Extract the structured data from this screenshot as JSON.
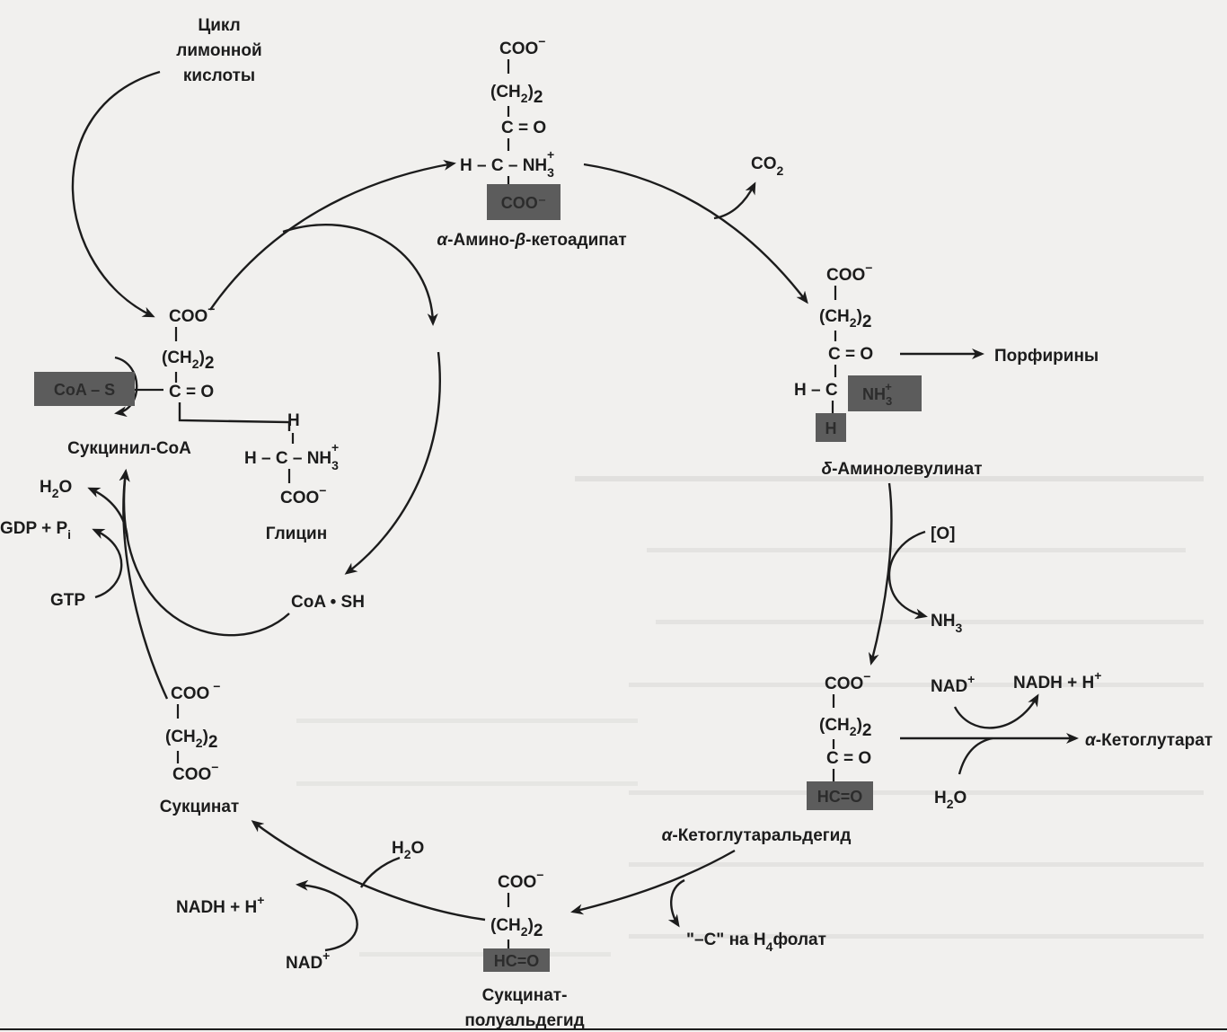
{
  "labels": {
    "citric_cycle": [
      "Цикл",
      "лимонной",
      "кислоты"
    ],
    "porphyrins": "Порфирины",
    "co2": "CO",
    "co2_sub": "2",
    "o": "[O]",
    "nh3": "NH",
    "nh3_sub": "3",
    "nad_plus": "NAD",
    "nadh_h": "NADH + H",
    "plus": "+",
    "alpha_ketoglutarate": "-Кетоглутарат",
    "alpha": "α",
    "h2o": "H",
    "h2o_sub": "2",
    "h2o_o": "O",
    "h4folate_prefix": "\"–C\" на H",
    "h4folate_sub": "4",
    "h4folate_suffix": "фолат",
    "gdp_pi": "GDP + P",
    "gdp_sub": "i",
    "gtp": "GTP",
    "coa_sh": "CoA • SH"
  },
  "compounds": {
    "amino_ketoadipate": {
      "name_prefix": "α",
      "name_mid": "-Амино-",
      "name_beta": "β",
      "name_suffix": "-кетоадипат",
      "coo": "COO",
      "minus": "−",
      "ch2": "(CH",
      "ch2_sub": "2",
      "ch2_close": ")",
      "ch2_count": "2",
      "co": "C = O",
      "h_c": "H – C – NH",
      "nh3_sub": "3",
      "nh3_plus": "+",
      "highlight": "COO⁻"
    },
    "aminolevulinate": {
      "name_prefix": "δ",
      "name_suffix": "-Аминолевулинат",
      "coo": "COO",
      "minus": "−",
      "ch2": "(CH",
      "ch2_sub": "2",
      "ch2_close": ")",
      "ch2_count": "2",
      "co": "C = O",
      "h_c": "H – C",
      "nh3": "NH",
      "nh3_sub": "3",
      "nh3_plus": "+",
      "h": "H"
    },
    "ketoglutaraldehyde": {
      "name_prefix": "α",
      "name_suffix": "-Кетоглутаральдегид",
      "coo": "COO",
      "minus": "−",
      "ch2": "(CH",
      "ch2_sub": "2",
      "ch2_close": ")",
      "ch2_count": "2",
      "co": "C = O",
      "highlight": "HC=O"
    },
    "succinate_semialdehyde": {
      "name_line1": "Сукцинат-",
      "name_line2": "полуальдегид",
      "coo": "COO",
      "minus": "−",
      "ch2": "(CH",
      "ch2_sub": "2",
      "ch2_close": ")",
      "ch2_count": "2",
      "highlight": "HC=O"
    },
    "succinate": {
      "name": "Сукцинат",
      "coo": "COO",
      "minus": "−",
      "ch2": "(CH",
      "ch2_sub": "2",
      "ch2_close": ")",
      "ch2_count": "2",
      "coo2": "COO",
      "minus2": "−"
    },
    "succinyl_coa": {
      "name": "Сукцинил-CoA",
      "coo": "COO",
      "minus": "−",
      "ch2": "(CH",
      "ch2_sub": "2",
      "ch2_close": ")",
      "ch2_count": "2",
      "co": "C = O",
      "highlight": "CoA – S"
    },
    "glycine": {
      "name": "Глицин",
      "h_top": "H",
      "h_c": "H – C – NH",
      "nh3_sub": "3",
      "nh3_plus": "+",
      "coo": "COO",
      "minus": "−"
    }
  },
  "colors": {
    "ink": "#1c1c1c",
    "background": "#f1f0ee",
    "highlight": "#5c5c5c"
  }
}
